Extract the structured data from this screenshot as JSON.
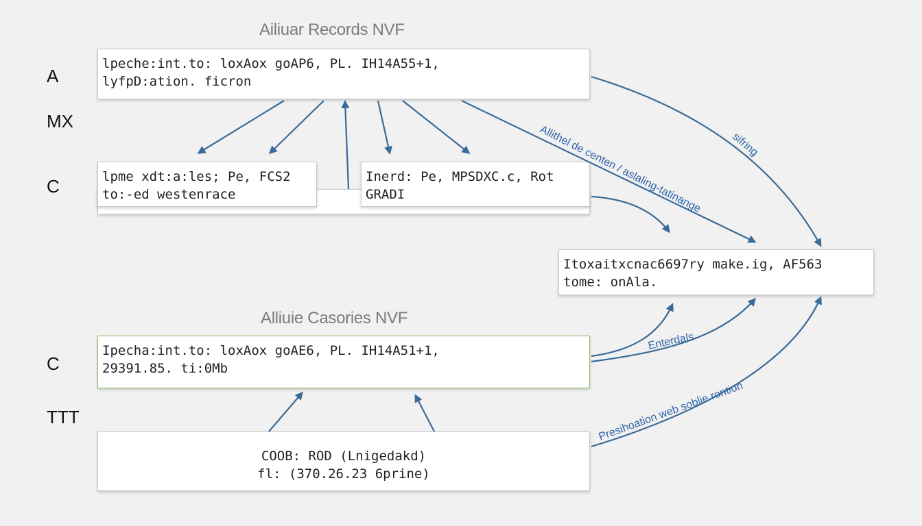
{
  "titles": {
    "top": "Ailiuar Records NVF",
    "middle": "Alliuie Casories NVF"
  },
  "row_labels": [
    "A",
    "MX",
    "C",
    "C",
    "TTT"
  ],
  "boxes": {
    "top": {
      "line1": "lpeche:int.to: loxAox goAP6, PL. IH14A55+1,",
      "line2": "lyfpD:ation. ficron"
    },
    "left": {
      "line1": "lpme xdt:a:les; Pe, FCS2",
      "line2": "to:-ed westenrace"
    },
    "right_mid": {
      "line1": "Inerd: Pe, MPSDXC.c, Rot",
      "line2": "GRADI"
    },
    "far_right": {
      "line1": "Itoxaitxcnac6697ry make.ig, AF563",
      "line2": "tome: onAla."
    },
    "green": {
      "line1": "Ipecha:int.to: loxAox goAE6, PL. IH14A51+1,",
      "line2": "29391.85. ti:0Mb"
    },
    "bottom": {
      "line1": "COOB: ROD (Lnigedakd)",
      "line2": "fl: (370.26.23 6prine)"
    }
  },
  "edge_labels": {
    "diag": "Allithel de centen / aslaling-tatinange",
    "right": "sifring",
    "enter": "Enterdals",
    "presh": "Presihoation web soblie rontion"
  },
  "colors": {
    "arrow": "#3a6a97",
    "edge_label": "#2f64a8",
    "green_border": "#8dbb6c",
    "title": "#7b7b7b"
  }
}
